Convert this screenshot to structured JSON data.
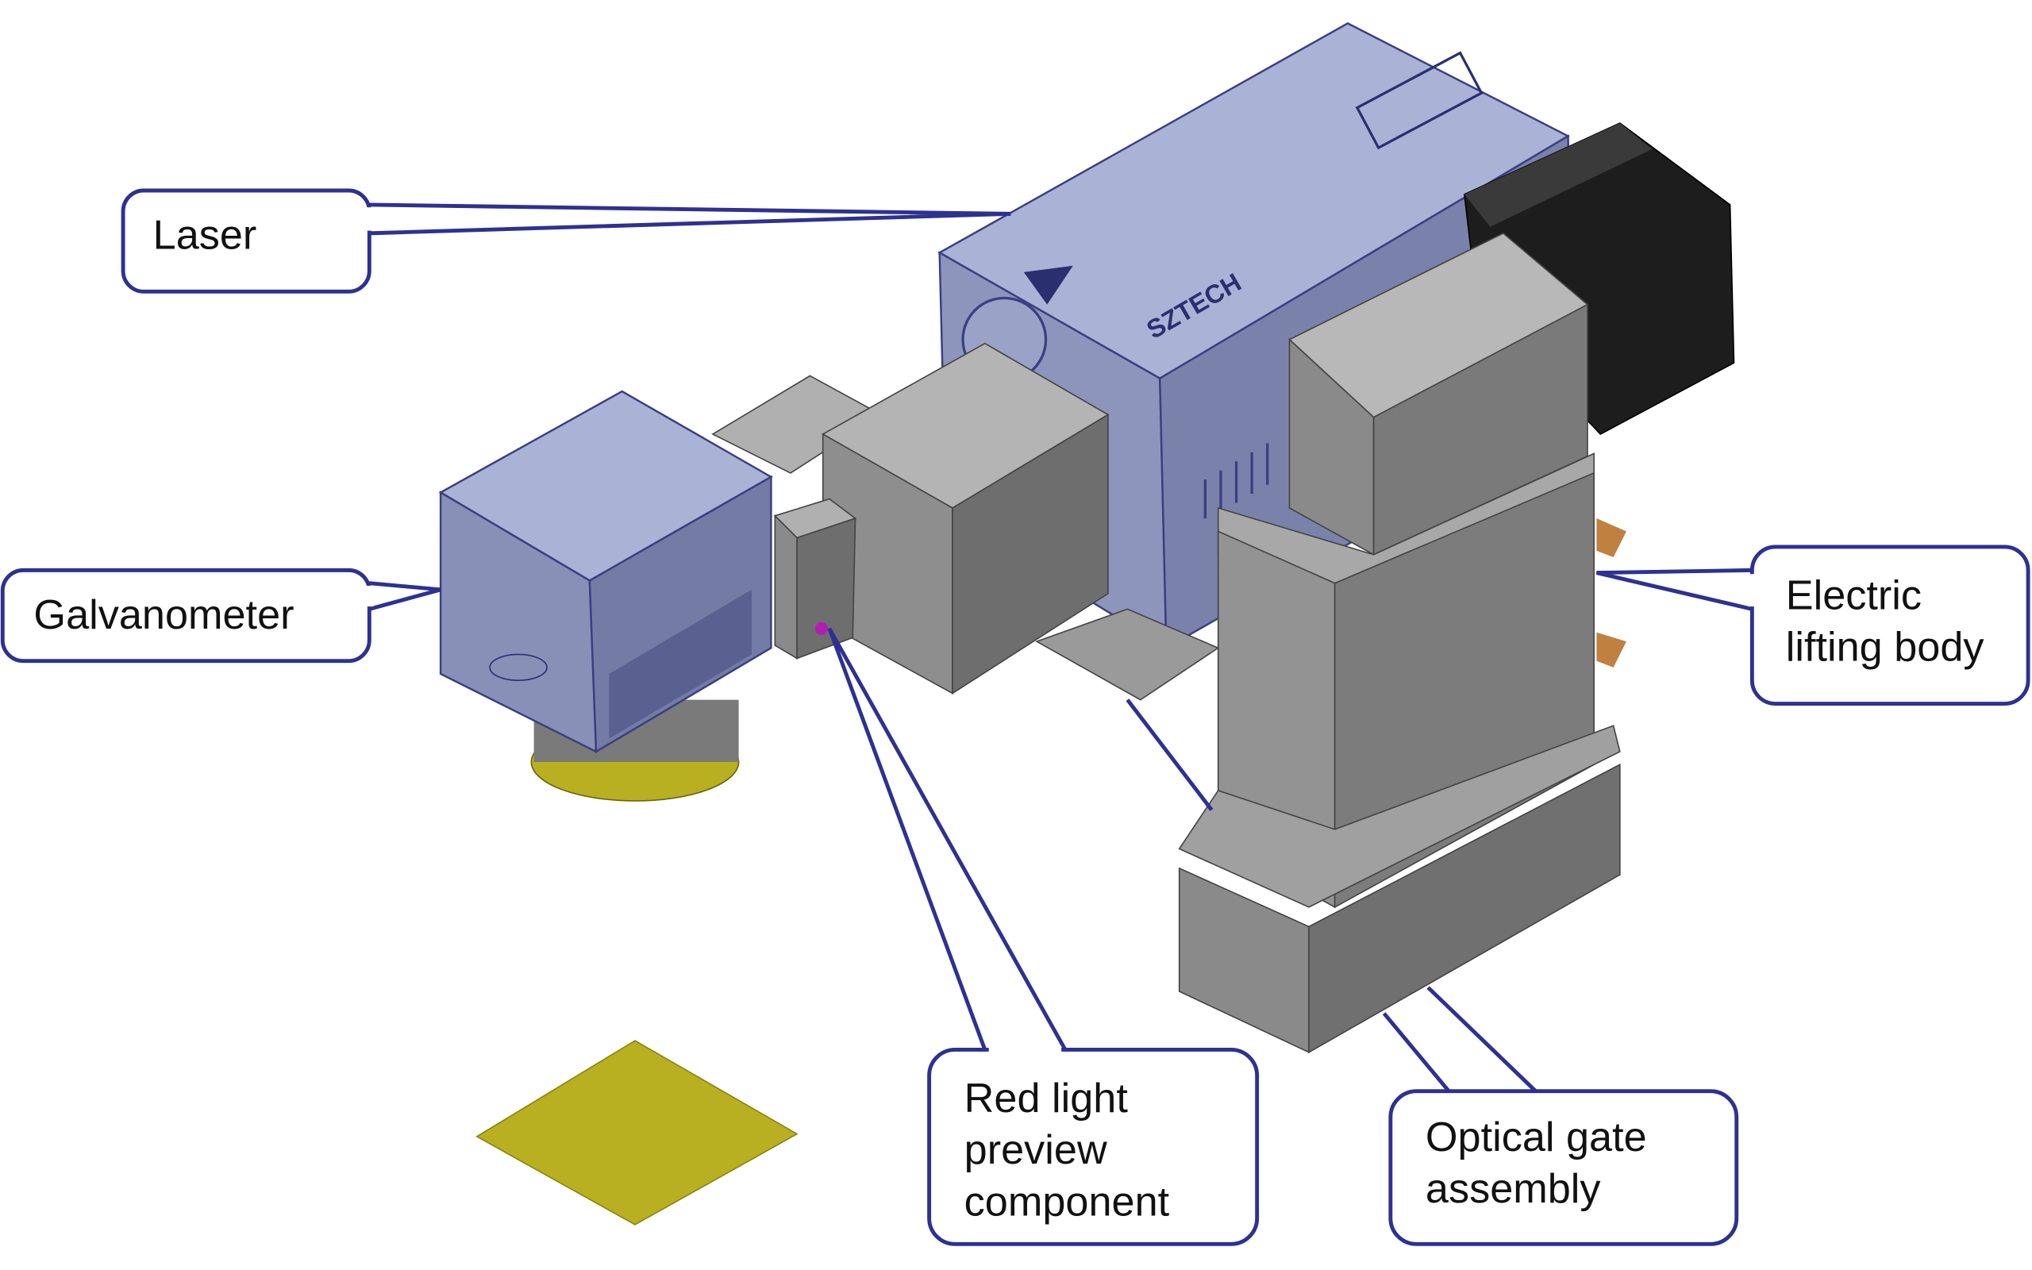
{
  "title": "Laser marking head assembly diagram",
  "brand_mark": "SZTECH",
  "colors": {
    "callout_stroke": "#2e3192",
    "laser_body": "#a8b0d4",
    "motor": "#1c1c1c",
    "metal": "#8c8c8c",
    "lens": "#b8b020"
  },
  "callouts": {
    "laser": {
      "lines": [
        "Laser"
      ]
    },
    "galvanometer": {
      "lines": [
        "Galvanometer"
      ]
    },
    "electric_lifting_body": {
      "lines": [
        "Electric",
        "lifting body"
      ]
    },
    "red_light_preview": {
      "lines": [
        "Red light",
        "preview",
        "component"
      ]
    },
    "optical_gate": {
      "lines": [
        "Optical gate",
        "assembly"
      ]
    }
  }
}
